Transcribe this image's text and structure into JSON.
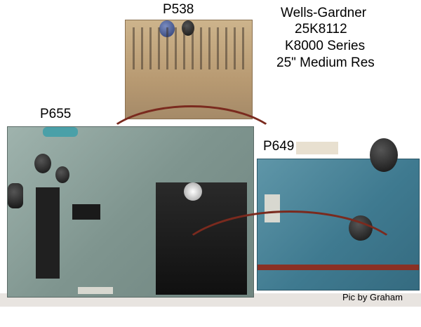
{
  "labels": {
    "board_top": "P538",
    "board_left": "P655",
    "board_right": "P649",
    "credit": "Pic by Graham"
  },
  "title_block": {
    "line1": "Wells-Gardner",
    "line2": "25K8112",
    "line3": "K8000 Series",
    "line4": "25\" Medium Res"
  }
}
